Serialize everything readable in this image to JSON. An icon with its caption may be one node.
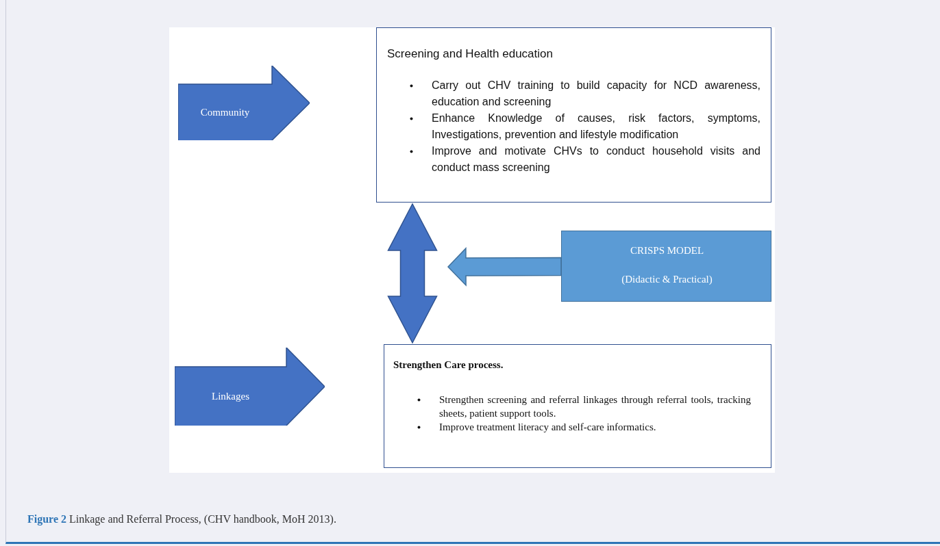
{
  "diagram": {
    "caption": "**Figure 2** Linkage and Referral Process, (CHV handbook, MoH 2013).",
    "nodes": [
      {
        "text": [
          "Community"
        ]
      },
      {
        "text": [
          "Screening and Health education",
          "Carry out CHV training to build capacity for NCD awareness, education and screening",
          "Enhance Knowledge of causes, risk factors, symptoms, Investigations, prevention and lifestyle modification",
          "Improve and motivate CHVs to conduct household visits and conduct mass screening"
        ]
      },
      {
        "text": [
          "CRISPS MODEL",
          "(Didactic & Practical)"
        ]
      },
      {
        "text": [
          "Linkages"
        ]
      },
      {
        "text": [
          "Strengthen Care process.",
          "Strengthen screening and referral linkages through referral tools, tracking sheets, patient support tools.",
          "Improve treatment literacy and self-care informatics."
        ]
      }
    ],
    "edges": [
      {
        "from": 1,
        "to": 4,
        "arrow": "both"
      },
      {
        "from": 2,
        "to": null,
        "arrow": "to"
      }
    ]
  }
}
